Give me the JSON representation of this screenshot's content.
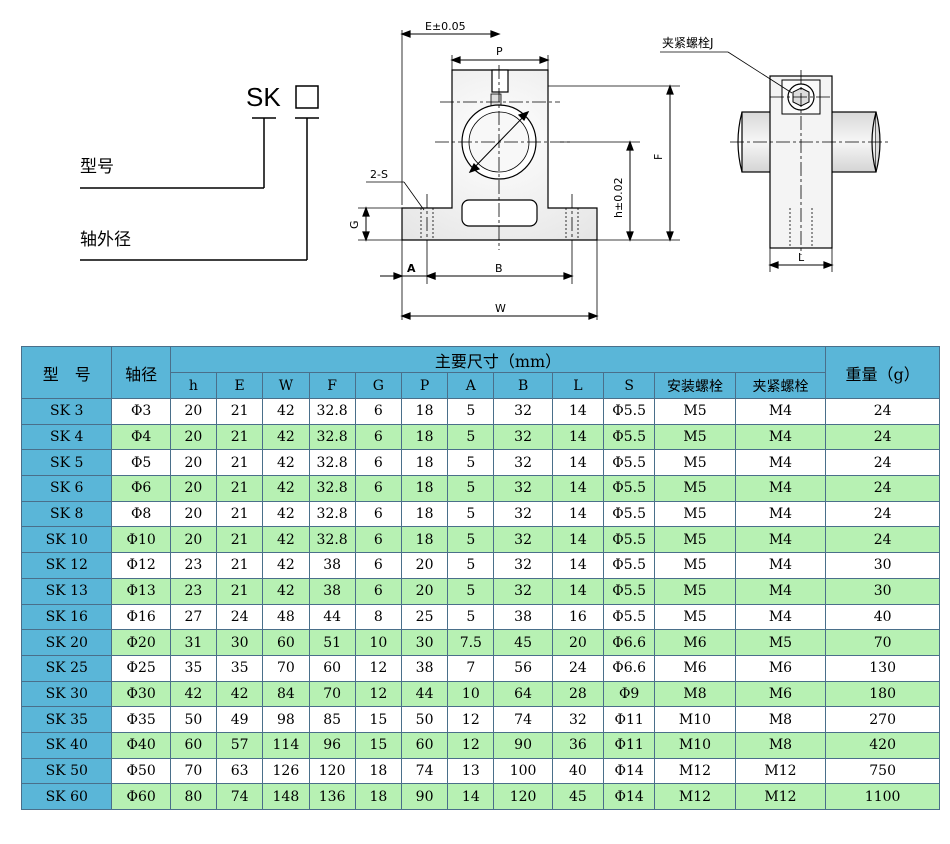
{
  "legend": {
    "model_code": "SK",
    "model_label": "型号",
    "shaft_label": "轴外径"
  },
  "drawing_labels": {
    "e": "E±0.05",
    "p": "P",
    "f": "F",
    "h": "h±0.02",
    "s": "2-S",
    "g": "G",
    "a": "A",
    "b": "B",
    "w": "W",
    "l": "L",
    "bolt": "夹紧螺栓J"
  },
  "table": {
    "header": {
      "model": "型　号",
      "shaft": "轴径",
      "main_dims": "主要尺寸（mm）",
      "weight": "重量（g）",
      "columns": [
        "h",
        "E",
        "W",
        "F",
        "G",
        "P",
        "A",
        "B",
        "L",
        "S",
        "安装螺栓",
        "夹紧螺栓"
      ]
    },
    "rows": [
      [
        "SK 3",
        "Φ3",
        "20",
        "21",
        "42",
        "32.8",
        "6",
        "18",
        "5",
        "32",
        "14",
        "Φ5.5",
        "M5",
        "M4",
        "24"
      ],
      [
        "SK 4",
        "Φ4",
        "20",
        "21",
        "42",
        "32.8",
        "6",
        "18",
        "5",
        "32",
        "14",
        "Φ5.5",
        "M5",
        "M4",
        "24"
      ],
      [
        "SK 5",
        "Φ5",
        "20",
        "21",
        "42",
        "32.8",
        "6",
        "18",
        "5",
        "32",
        "14",
        "Φ5.5",
        "M5",
        "M4",
        "24"
      ],
      [
        "SK 6",
        "Φ6",
        "20",
        "21",
        "42",
        "32.8",
        "6",
        "18",
        "5",
        "32",
        "14",
        "Φ5.5",
        "M5",
        "M4",
        "24"
      ],
      [
        "SK 8",
        "Φ8",
        "20",
        "21",
        "42",
        "32.8",
        "6",
        "18",
        "5",
        "32",
        "14",
        "Φ5.5",
        "M5",
        "M4",
        "24"
      ],
      [
        "SK 10",
        "Φ10",
        "20",
        "21",
        "42",
        "32.8",
        "6",
        "18",
        "5",
        "32",
        "14",
        "Φ5.5",
        "M5",
        "M4",
        "24"
      ],
      [
        "SK 12",
        "Φ12",
        "23",
        "21",
        "42",
        "38",
        "6",
        "20",
        "5",
        "32",
        "14",
        "Φ5.5",
        "M5",
        "M4",
        "30"
      ],
      [
        "SK 13",
        "Φ13",
        "23",
        "21",
        "42",
        "38",
        "6",
        "20",
        "5",
        "32",
        "14",
        "Φ5.5",
        "M5",
        "M4",
        "30"
      ],
      [
        "SK 16",
        "Φ16",
        "27",
        "24",
        "48",
        "44",
        "8",
        "25",
        "5",
        "38",
        "16",
        "Φ5.5",
        "M5",
        "M4",
        "40"
      ],
      [
        "SK 20",
        "Φ20",
        "31",
        "30",
        "60",
        "51",
        "10",
        "30",
        "7.5",
        "45",
        "20",
        "Φ6.6",
        "M6",
        "M5",
        "70"
      ],
      [
        "SK 25",
        "Φ25",
        "35",
        "35",
        "70",
        "60",
        "12",
        "38",
        "7",
        "56",
        "24",
        "Φ6.6",
        "M6",
        "M6",
        "130"
      ],
      [
        "SK 30",
        "Φ30",
        "42",
        "42",
        "84",
        "70",
        "12",
        "44",
        "10",
        "64",
        "28",
        "Φ9",
        "M8",
        "M6",
        "180"
      ],
      [
        "SK 35",
        "Φ35",
        "50",
        "49",
        "98",
        "85",
        "15",
        "50",
        "12",
        "74",
        "32",
        "Φ11",
        "M10",
        "M8",
        "270"
      ],
      [
        "SK 40",
        "Φ40",
        "60",
        "57",
        "114",
        "96",
        "15",
        "60",
        "12",
        "90",
        "36",
        "Φ11",
        "M10",
        "M8",
        "420"
      ],
      [
        "SK 50",
        "Φ50",
        "70",
        "63",
        "126",
        "120",
        "18",
        "74",
        "13",
        "100",
        "40",
        "Φ14",
        "M12",
        "M12",
        "750"
      ],
      [
        "SK 60",
        "Φ60",
        "80",
        "74",
        "148",
        "136",
        "18",
        "90",
        "14",
        "120",
        "45",
        "Φ14",
        "M12",
        "M12",
        "1100"
      ]
    ]
  },
  "colors": {
    "header_bg": "#5ab6d8",
    "row_alt_bg": "#b7f1b3",
    "row_bg": "#ffffff",
    "part_fill": "#f0f0f0"
  }
}
